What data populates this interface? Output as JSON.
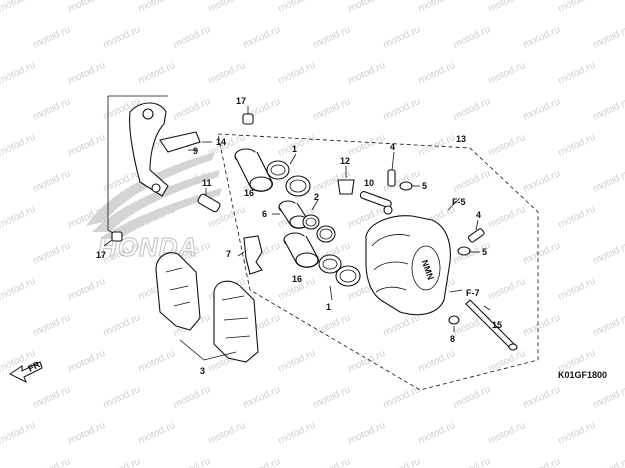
{
  "watermark": {
    "text": "motod.ru"
  },
  "brand": {
    "text": "HONDA",
    "wing_color": "#cccccc"
  },
  "direction": {
    "label": "FR."
  },
  "diagram_code": "K01GF1800",
  "refs": {
    "f5": "F-5",
    "f7": "F-7"
  },
  "callouts": {
    "c1a": "1",
    "c1b": "1",
    "c2": "2",
    "c3": "3",
    "c4a": "4",
    "c4b": "4",
    "c5a": "5",
    "c5b": "5",
    "c6": "6",
    "c7": "7",
    "c8": "8",
    "c9": "9",
    "c10": "10",
    "c11": "11",
    "c12": "12",
    "c13": "13",
    "c14": "14",
    "c15": "15",
    "c16a": "16",
    "c16b": "16",
    "c17a": "17",
    "c17b": "17"
  }
}
